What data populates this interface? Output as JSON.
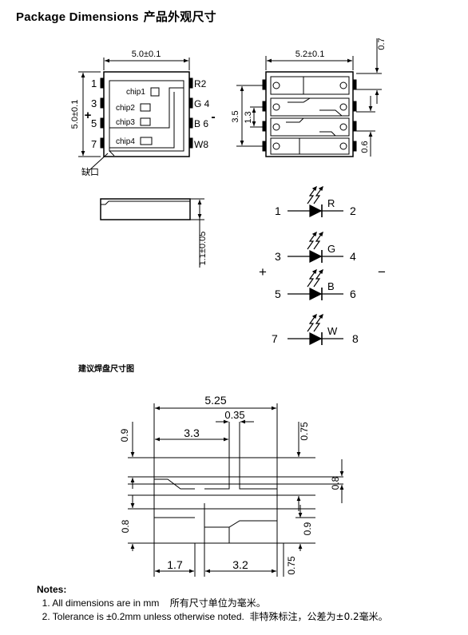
{
  "header": {
    "title": "Package Dimensions",
    "title_zh": "产品外观尺寸"
  },
  "top_view": {
    "width_dim": "5.0±0.1",
    "height_dim": "5.0±0.1",
    "plus": "+",
    "minus": "-",
    "notch_label": "缺口",
    "pins_left": [
      "1",
      "3",
      "5",
      "7"
    ],
    "pins_right": [
      "R2",
      "G 4",
      "B 6",
      "W8"
    ],
    "chips": [
      "chip1",
      "chip2",
      "chip3",
      "chip4"
    ]
  },
  "bottom_view": {
    "width_dim": "5.2±0.1",
    "dim_3_5": "3.5",
    "dim_1_3": "1.3",
    "dim_0_7": "0.7",
    "dim_0_6": "0.6"
  },
  "side_view": {
    "height_dim": "1.1±0.05"
  },
  "circuit": {
    "plus": "+",
    "minus": "−",
    "leds": [
      {
        "left": "1",
        "color": "R",
        "right": "2"
      },
      {
        "left": "3",
        "color": "G",
        "right": "4"
      },
      {
        "left": "5",
        "color": "B",
        "right": "6"
      },
      {
        "left": "7",
        "color": "W",
        "right": "8"
      }
    ]
  },
  "footprint": {
    "heading": "建议焊盘尺寸图",
    "dim_5_25": "5.25",
    "dim_0_35": "0.35",
    "dim_3_3": "3.3",
    "dim_0_9_top": "0.9",
    "dim_0_75_top": "0.75",
    "dim_0_8_right": "0.8",
    "dim_0_8_left": "0.8",
    "dim_0_9_right": "0.9",
    "dim_0_75_bottom": "0.75",
    "dim_1_7": "1.7",
    "dim_3_2": "3.2"
  },
  "notes": {
    "heading": "Notes:",
    "items": [
      {
        "en": "1. All dimensions are in mm",
        "zh": "所有尺寸单位为毫米。"
      },
      {
        "en": "2. Tolerance is ±0.2mm unless otherwise noted.",
        "zh": "非特殊标注，公差为±0.2毫米。"
      }
    ]
  }
}
